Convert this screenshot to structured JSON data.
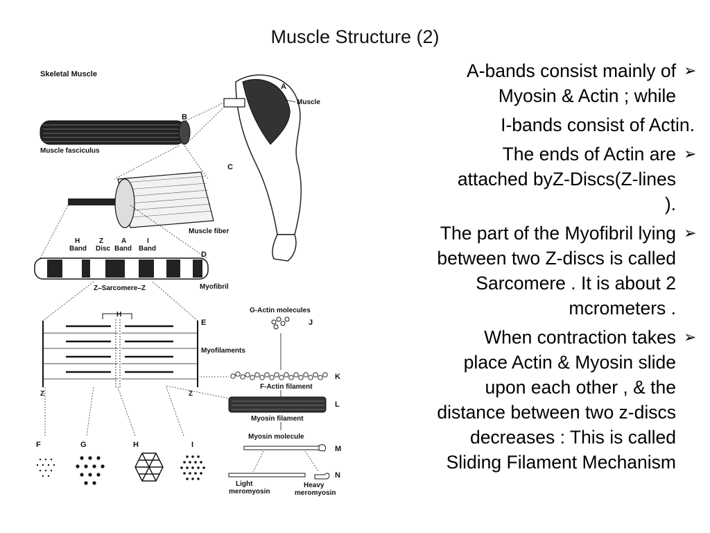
{
  "slide": {
    "title": "Muscle Structure (2)"
  },
  "figure": {
    "labels": {
      "skeletal_muscle": "Skeletal Muscle",
      "A": "A",
      "muscle": "Muscle",
      "B": "B",
      "muscle_fasciculus": "Muscle fasciculus",
      "C": "C",
      "muscle_fiber": "Muscle fiber",
      "h_band": "H\nBand",
      "z_disc": "Z\nDisc",
      "a_band": "A\nBand",
      "i_band": "I\nBand",
      "D": "D",
      "myofibril": "Myofibril",
      "sarcomere": "Z–Sarcomere–Z",
      "H_small": "H",
      "E": "E",
      "myofilaments": "Myofilaments",
      "g_actin": "G-Actin molecules",
      "J": "J",
      "K": "K",
      "f_actin": "F-Actin filament",
      "L": "L",
      "myosin_filament": "Myosin filament",
      "myosin_molecule": "Myosin molecule",
      "M": "M",
      "N": "N",
      "light_meromyosin": "Light\nmeromyosin",
      "heavy_meromyosin": "Heavy\nmeromyosin",
      "Z1": "Z",
      "Z2": "Z",
      "F": "F",
      "G": "G",
      "Hc": "H",
      "I": "I"
    }
  },
  "bullets": [
    {
      "text": "A-bands consist mainly of\nMyosin & Actin ; while",
      "marker": "➢"
    },
    {
      "text": "I-bands consist of Actin.",
      "marker": ""
    },
    {
      "text": "The ends of Actin are\nattached byZ-Discs(Z-lines\n).",
      "marker": "➢"
    },
    {
      "text": "The part of the Myofibril lying\nbetween two Z-discs is called\nSarcomere . It is about 2\nmcrometers .",
      "marker": "➢"
    },
    {
      "text": "When contraction takes\nplace Actin & Myosin slide\nupon each other , & the\ndistance between two z-discs\ndecreases : This is called\nSliding Filament Mechanism",
      "marker": "➢"
    }
  ]
}
